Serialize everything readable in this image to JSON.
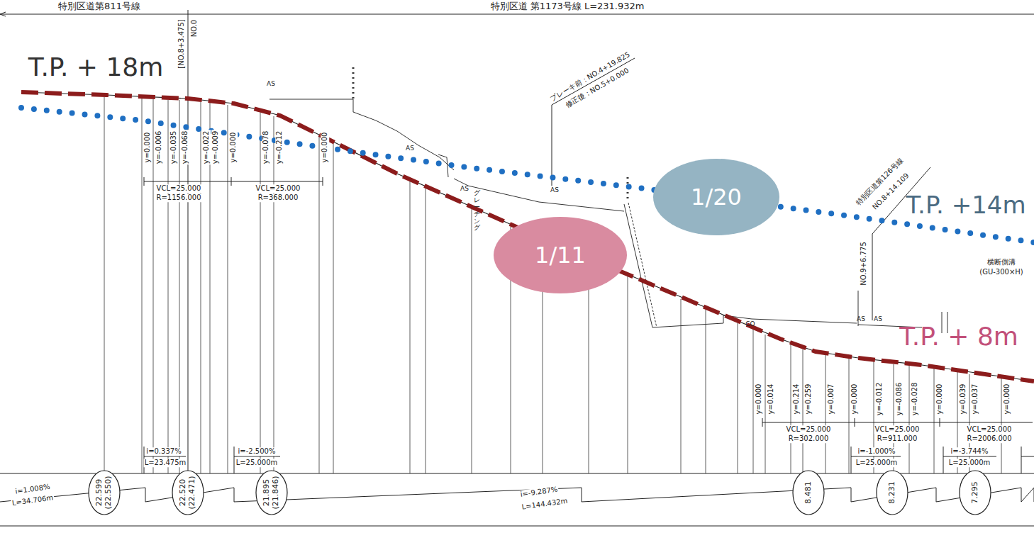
{
  "diagram": {
    "nodes": [
      {
        "text": [
          "1/11"
        ]
      },
      {
        "text": [
          "1/20"
        ]
      },
      {
        "text": [
          "22.599 (22.550)"
        ]
      },
      {
        "text": [
          "22.520 (22.471)"
        ]
      },
      {
        "text": [
          "21.895 (21.846)"
        ]
      },
      {
        "text": [
          "8.481"
        ]
      },
      {
        "text": [
          "8.231"
        ]
      },
      {
        "text": [
          "7.295"
        ]
      }
    ],
    "labels": [
      "特別区道第811号線",
      "特別区道 第1173号線 L=231.932m",
      "T.P. + 18m",
      "[NO.8+3.475]",
      "NO.0",
      "y=0.000",
      "y=-0.006",
      "y=-0.035",
      "y=-0.068",
      "y=-0.022",
      "y=-0.009",
      "y=0.000",
      "y=-0.078",
      "y=-0.212",
      "y=0.000",
      "VCL=25.000",
      "R=1156.000",
      "VCL=25.000",
      "R=368.000",
      "AS",
      "AS",
      "AS",
      "AS",
      "グレーチング",
      "ブレーキ前：NO.4+19.825",
      "修正後：NO.5+0.000",
      "特別区道第126号線",
      "NO.8+14.109",
      "T.P. +14m",
      "NO.9+6.775",
      "横断側溝",
      "(GU-300×H)",
      "CO",
      "AS",
      "AS",
      "T.P. + 8m",
      "y=0.000",
      "y=0.014",
      "y=0.214",
      "y=0.259",
      "y=0.007",
      "y=0.000",
      "y=-0.012",
      "y=-0.086",
      "y=-0.028",
      "y=0.000",
      "y=0.039",
      "y=0.037",
      "y=0.000",
      "VCL=25.000",
      "R=302.000",
      "VCL=25.000",
      "R=911.000",
      "VCL=25.000",
      "R=2006.000",
      "i=1.008%",
      "L=34.706m",
      "i=0.337%",
      "L=23.475m",
      "i=-2.500%",
      "L=25.000m",
      "i=-9.287%",
      "L=144.432m",
      "i=-1.000%",
      "L=25.000m",
      "i=-3.744%",
      "L=25.000m"
    ]
  }
}
